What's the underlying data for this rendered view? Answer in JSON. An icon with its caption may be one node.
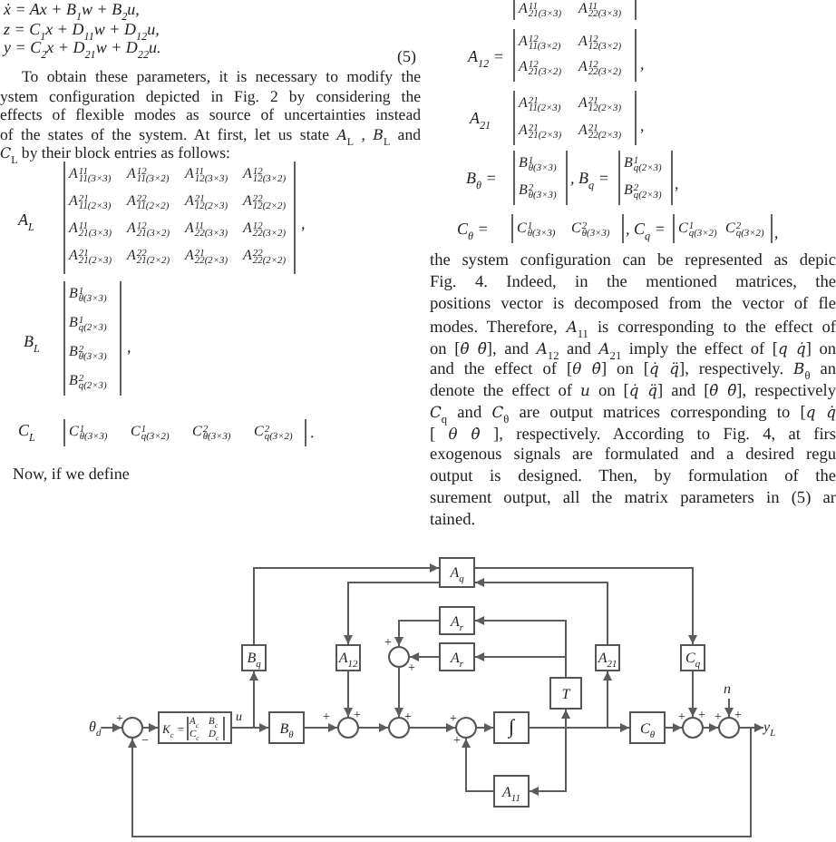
{
  "diagram": {
    "nodes": [
      {
        "text": [
          "A$_{q}$"
        ]
      },
      {
        "text": [
          "A$_{r}$"
        ]
      },
      {
        "text": [
          "A$_{r}$"
        ]
      },
      {
        "text": [
          "B$_{q}$"
        ]
      },
      {
        "text": [
          "A$_{12}$"
        ]
      },
      {
        "text": [],
        "shape": "circle",
        "beside": [
          "+",
          "+"
        ]
      },
      {
        "text": [
          "A$_{21}$"
        ]
      },
      {
        "text": [
          "C$_{q}$"
        ]
      },
      {
        "text": [
          "T"
        ]
      },
      {
        "text": [
          "n"
        ]
      },
      {
        "text": [
          "θ$_{d}$"
        ]
      },
      {
        "text": [],
        "shape": "circle",
        "beside": [
          "+",
          "−"
        ]
      },
      {
        "text": [
          "K$_{c}$ =",
          "A$_{c}$",
          "B$_{c}$",
          "C$_{c}$",
          "D$_{c}$"
        ]
      },
      {
        "text": [
          "B$_{θ}$"
        ]
      },
      {
        "text": [],
        "shape": "circle",
        "beside": [
          "+",
          "+"
        ]
      },
      {
        "text": [],
        "shape": "circle",
        "beside": [
          "+"
        ]
      },
      {
        "text": [],
        "shape": "circle",
        "beside": [
          "+",
          "+"
        ]
      },
      {
        "text": [
          "∫"
        ]
      },
      {
        "text": [
          "C$_{θ}$"
        ]
      },
      {
        "text": [],
        "shape": "circle",
        "beside": [
          "+",
          "+"
        ]
      },
      {
        "text": [],
        "shape": "circle",
        "beside": [
          "+",
          "+"
        ]
      },
      {
        "text": [
          "y$_{L}$"
        ]
      },
      {
        "text": [
          "A$_{11}$"
        ]
      }
    ],
    "edges": [
      {
        "from": 10,
        "to": 11,
        "arrow": "to"
      },
      {
        "from": 11,
        "to": 12,
        "arrow": "to"
      },
      {
        "from": 12,
        "to": 13,
        "arrow": "to",
        "label": "u"
      },
      {
        "from": 12,
        "to": 3,
        "arrow": "to"
      },
      {
        "from": 3,
        "to": 0,
        "arrow": "to"
      },
      {
        "from": 0,
        "to": 4,
        "arrow": "to"
      },
      {
        "from": 0,
        "to": 7,
        "arrow": "to"
      },
      {
        "from": 6,
        "to": 0,
        "arrow": "to"
      },
      {
        "from": 13,
        "to": 14,
        "arrow": "to"
      },
      {
        "from": 4,
        "to": 14,
        "arrow": "to"
      },
      {
        "from": 14,
        "to": 15,
        "arrow": "to"
      },
      {
        "from": 1,
        "to": 5,
        "arrow": "to"
      },
      {
        "from": 2,
        "to": 5,
        "arrow": "to"
      },
      {
        "from": 5,
        "to": 15,
        "arrow": "to"
      },
      {
        "from": 15,
        "to": 16,
        "arrow": "to"
      },
      {
        "from": 22,
        "to": 16,
        "arrow": "to"
      },
      {
        "from": 16,
        "to": 17,
        "arrow": "to"
      },
      {
        "from": 17,
        "to": 6,
        "arrow": "to"
      },
      {
        "from": 17,
        "to": 8,
        "arrow": "to"
      },
      {
        "from": 8,
        "to": 1,
        "arrow": "to"
      },
      {
        "from": 8,
        "to": 2,
        "arrow": "to"
      },
      {
        "from": 17,
        "to": 22,
        "arrow": "to"
      },
      {
        "from": 17,
        "to": 18,
        "arrow": "to"
      },
      {
        "from": 18,
        "to": 19,
        "arrow": "to"
      },
      {
        "from": 7,
        "to": 19,
        "arrow": "to"
      },
      {
        "from": 19,
        "to": 20,
        "arrow": "to"
      },
      {
        "from": 9,
        "to": 20,
        "arrow": "to"
      },
      {
        "from": 20,
        "to": 21,
        "arrow": "to"
      },
      {
        "from": 20,
        "to": 11,
        "arrow": "to"
      }
    ],
    "labels": [
      "ẋ = Ax + B$_{1}$w + B$_{2}$u,",
      "z = C$_{1}$x + D$_{11}$w + D$_{12}$u,",
      "y = C$_{2}$x + D$_{21}$w + D$_{22}$u.",
      "(5)",
      "To obtain these parameters, it is necessary to modify the ystem configuration depicted in Fig. 2 by considering the effects of flexible modes as source of uncertainties instead of the states of the system. At first, let us state *A*$_{L}$ , *B*$_{L}$ and *C*$_{L}$ by their block entries as follows:",
      "A$_{L}$",
      "A$^{11}$$_{11(3×3)}$",
      "A$^{12}$$_{11(3×2)}$",
      "A$^{11}$$_{12(3×3)}$",
      "A$^{12}$$_{12(3×2)}$",
      "A$^{21}$$_{11(2×3)}$",
      "A$^{22}$$_{11(2×2)}$",
      "A$^{21}$$_{12(2×3)}$",
      "A$^{22}$$_{12(2×2)}$",
      "A$^{11}$$_{21(3×3)}$",
      "A$^{12}$$_{21(3×2)}$",
      "A$^{11}$$_{22(3×3)}$",
      "A$^{12}$$_{22(3×2)}$",
      "A$^{21}$$_{21(2×3)}$",
      "A$^{22}$$_{21(2×2)}$",
      "A$^{21}$$_{22(2×3)}$",
      "A$^{22}$$_{22(2×2)}$",
      ",",
      "B$_{L}$",
      "B$^{1}$$_{θ(3×3)}$",
      "B$^{1}$$_{q(2×3)}$",
      "B$^{2}$$_{θ(3×3)}$",
      "B$^{2}$$_{q(2×3)}$",
      ",",
      "C$_{L}$",
      "C$^{1}$$_{θ(3×3)}$",
      "C$^{1}$$_{q(3×2)}$",
      "C$^{2}$$_{θ(3×3)}$",
      "C$^{2}$$_{q(3×2)}$",
      ".",
      "Now, if we define",
      "A$^{11}$$_{21(3×3)}$",
      "A$^{11}$$_{22(3×3)}$",
      "A$_{12}$ =",
      "A$^{12}$$_{11(3×2)}$",
      "A$^{12}$$_{12(3×2)}$",
      "A$^{12}$$_{21(3×2)}$",
      "A$^{12}$$_{22(3×2)}$",
      ",",
      "A$_{21}$",
      "A$^{21}$$_{11(2×3)}$",
      "A$^{21}$$_{12(2×3)}$",
      "A$^{21}$$_{21(2×3)}$",
      "A$^{21}$$_{22(2×3)}$",
      ",",
      "B$_{θ}$ =",
      "B$^{1}$$_{θ(3×3)}$",
      "B$^{2}$$_{θ(3×3)}$",
      ", B$_{q}$ =",
      "B$^{1}$$_{q(2×3)}$",
      "B$^{2}$$_{q(2×3)}$",
      ",",
      "C$_{θ}$ =",
      "C$^{1}$$_{θ(3×3)}$",
      "C$^{2}$$_{θ(3×3)}$",
      ", C$_{q}$ =",
      "C$^{1}$$_{q(3×2)}$",
      "C$^{2}$$_{q(3×2)}$",
      ",",
      "the system configuration can be represented as depic Fig. 4. Indeed, in the mentioned matrices, the positions vector is decomposed from the vector of fle modes. Therefore, *A*$_{11}$ is corresponding to the effect of on [*θ̇ θ̈*], and *A*$_{12}$ and *A*$_{21}$ imply the effect of [*q q̇*] on and the effect of [*θ θ̇*] on [*q̇ q̈*], respectively. *B*$_{θ}$ an denote the effect of *u* on [*q̇ q̈*] and [*θ̇ θ̈*], respectively *C*$_{q}$ and *C*$_{θ}$ are output matrices corresponding to [*q q̇* [ *θ θ̇* ], respectively. According to Fig. 4, at firs exogenous signals are formulated and a desired regu output is designed. Then, by formulation of the surement output, all the matrix parameters in (5) ar tained."
    ]
  }
}
